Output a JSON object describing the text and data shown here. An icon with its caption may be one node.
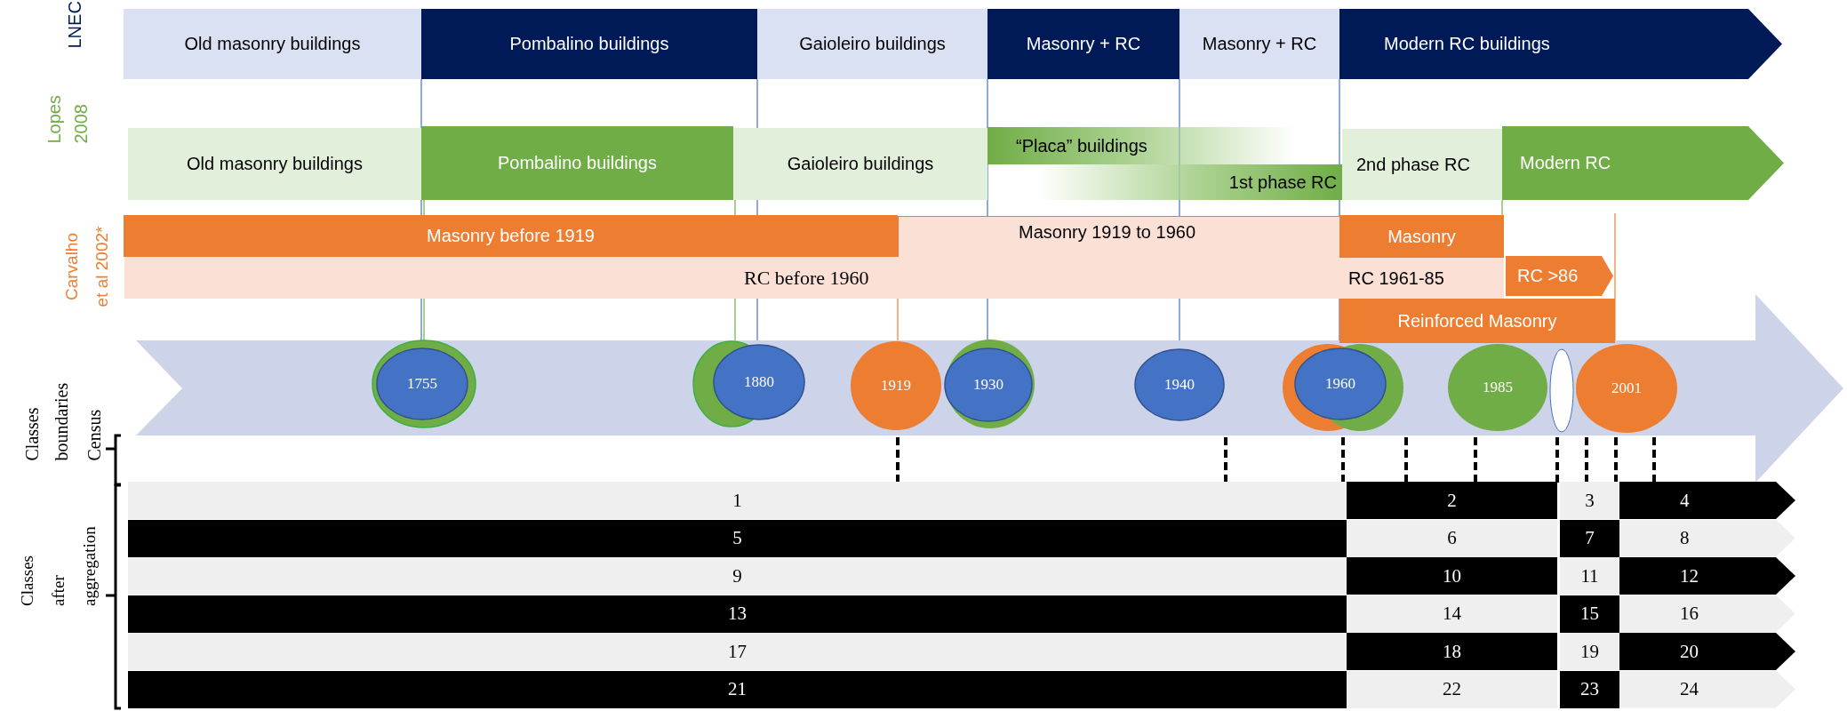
{
  "diagram": {
    "nodes": [
      {
        "text": [
          "Old masonry buildings"
        ]
      },
      {
        "text": [
          "Pombalino buildings"
        ]
      },
      {
        "text": [
          "Gaioleiro buildings"
        ]
      },
      {
        "text": [
          "Masonry + RC"
        ]
      },
      {
        "text": [
          "Masonry + RC"
        ]
      },
      {
        "text": [
          "Modern RC buildings"
        ]
      },
      {
        "text": [
          "Old masonry buildings"
        ]
      },
      {
        "text": [
          "Pombalino buildings"
        ]
      },
      {
        "text": [
          "Gaioleiro buildings"
        ]
      },
      {
        "text": [
          "“Placa” buildings"
        ]
      },
      {
        "text": [
          "1st phase RC"
        ]
      },
      {
        "text": [
          "2nd phase RC"
        ]
      },
      {
        "text": [
          "Modern RC"
        ]
      },
      {
        "text": [
          "Masonry before 1919"
        ]
      },
      {
        "text": [
          "Masonry 1919 to 1960"
        ]
      },
      {
        "text": [
          "RC before 1960"
        ]
      },
      {
        "text": [
          "Masonry"
        ]
      },
      {
        "text": [
          "RC 1961-85"
        ]
      },
      {
        "text": [
          "RC >86"
        ]
      },
      {
        "text": [
          "Reinforced Masonry"
        ]
      },
      {
        "text": [],
        "shape": "arrow"
      },
      {
        "text": [
          "1755"
        ],
        "in": 20
      },
      {
        "text": [
          "1880"
        ],
        "in": 20
      },
      {
        "text": [
          "1919"
        ],
        "in": 20
      },
      {
        "text": [
          "1930"
        ],
        "in": 20
      },
      {
        "text": [
          "1940"
        ],
        "in": 20
      },
      {
        "text": [
          "1960"
        ],
        "in": 20
      },
      {
        "text": [
          "1985"
        ],
        "in": 20
      },
      {
        "text": [],
        "shape": "circle",
        "in": 20
      },
      {
        "text": [
          "2001"
        ],
        "in": 20
      },
      {
        "text": [
          "1"
        ]
      },
      {
        "text": [
          "2"
        ]
      },
      {
        "text": [
          "3"
        ]
      },
      {
        "text": [
          "4"
        ]
      },
      {
        "text": [
          "5"
        ]
      },
      {
        "text": [
          "6"
        ]
      },
      {
        "text": [
          "7"
        ]
      },
      {
        "text": [
          "8"
        ]
      },
      {
        "text": [
          "9"
        ]
      },
      {
        "text": [
          "10"
        ]
      },
      {
        "text": [
          "11"
        ]
      },
      {
        "text": [
          "12"
        ]
      },
      {
        "text": [
          "13"
        ]
      },
      {
        "text": [
          "14"
        ]
      },
      {
        "text": [
          "15"
        ]
      },
      {
        "text": [
          "16"
        ]
      },
      {
        "text": [
          "17"
        ]
      },
      {
        "text": [
          "18"
        ]
      },
      {
        "text": [
          "19"
        ]
      },
      {
        "text": [
          "20"
        ]
      },
      {
        "text": [
          "21"
        ]
      },
      {
        "text": [
          "22"
        ]
      },
      {
        "text": [
          "23"
        ]
      },
      {
        "text": [
          "24"
        ]
      }
    ],
    "labels": [
      "LNEC",
      "Lopes 2008",
      "Carvalho et al 2002*",
      "Classes boundaries",
      "Census",
      "Classes after aggregation"
    ]
  }
}
